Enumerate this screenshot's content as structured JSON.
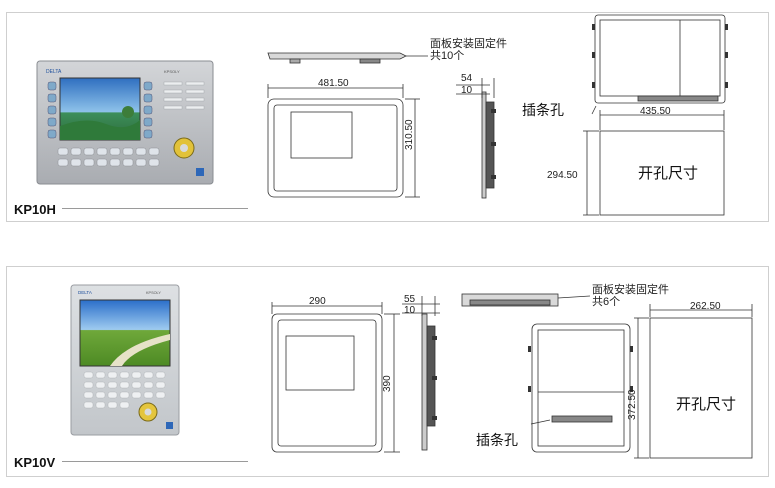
{
  "products": [
    {
      "model": "KP10H",
      "brand_left": "DELTA",
      "brand_right": "KPSOLY",
      "panel_width": "481.50",
      "panel_height": "310.50",
      "side_total_depth": "54",
      "side_bezel_depth": "10",
      "mount_note_line1": "面板安装固定件",
      "mount_note_line2": "共10个",
      "slot_label": "插条孔",
      "cutout_width": "435.50",
      "cutout_height": "294.50",
      "cutout_label": "开孔尺寸"
    },
    {
      "model": "KP10V",
      "brand_left": "DELTA",
      "brand_right": "KPSOLY",
      "panel_width": "290",
      "panel_height": "390",
      "side_total_depth": "55",
      "side_bezel_depth": "10",
      "mount_note_line1": "面板安装固定件",
      "mount_note_line2": "共6个",
      "slot_label": "插条孔",
      "cutout_width": "262.50",
      "cutout_height": "372.50",
      "cutout_label": "开孔尺寸"
    }
  ],
  "colors": {
    "panel_border": "#cfcfcf",
    "device_silver": "#b9bcc0",
    "drawing_line": "#333333",
    "screen_sky": "#4a8fd6",
    "screen_grass": "#5f9e2e"
  }
}
